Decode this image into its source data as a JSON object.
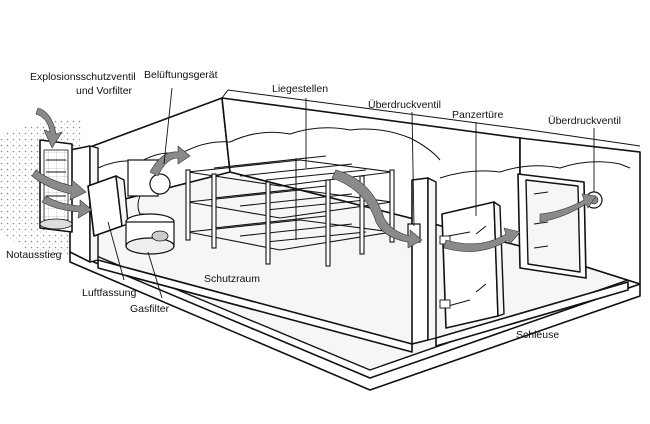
{
  "labels": {
    "explosion_valve": [
      "Explosionsschutzventil",
      "und Vorfilter"
    ],
    "ventilator": "Belüftungsgerät",
    "beds": "Liegestellen",
    "overpressure_valve_1": "Überdruckventil",
    "armored_door": "Panzertüre",
    "overpressure_valve_2": "Überdruckventil",
    "emergency_exit": "Notausstieg",
    "shelter_room": "Schutzraum",
    "air_intake": "Luftfassung",
    "gas_filter": "Gasfilter",
    "airlock": "Schleuse"
  },
  "icons": [
    "airflow-arrow-icon"
  ]
}
